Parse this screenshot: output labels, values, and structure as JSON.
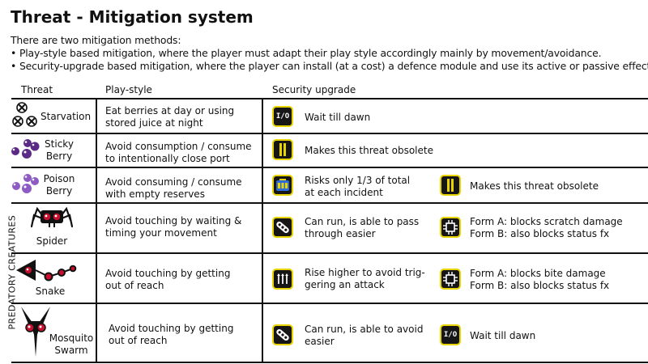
{
  "title": "Threat - Mitigation system",
  "intro": {
    "line1": "There are two mitigation methods:",
    "line2": "• Play-style based mitigation, where the player must adapt their play style accordingly mainly by movement/avoidance.",
    "line3": "• Security-upgrade based mitigation, where the player can install (at a cost) a defence module and use its active or passive effect."
  },
  "headers": {
    "threat": "Threat",
    "playstyle": "Play-style",
    "security": "Security upgrade"
  },
  "group_label": "PREDATORY CREATURES",
  "colors": {
    "module_border": "#e9d400",
    "module_bg": "#161616",
    "berry": "#5b2a86",
    "berry_light": "#8e5bc4",
    "creature_eye": "#c8102e"
  },
  "rows": [
    {
      "threat": "Starvation",
      "icon": "starvation-icon",
      "play1": "Eat berries at day or using",
      "play2": "stored juice at night",
      "sec1": {
        "icon": "io-module-icon",
        "icon_text": "I/O",
        "line1": "Wait till dawn",
        "line2": ""
      }
    },
    {
      "threat1": "Sticky",
      "threat2": "Berry",
      "icon": "sticky-berry-icon",
      "play1": "Avoid consumption / consume",
      "play2": "to intentionally close port",
      "sec1": {
        "icon": "barrier-module-icon",
        "line1": "Makes this threat obsolete",
        "line2": ""
      }
    },
    {
      "threat1": "Poison",
      "threat2": "Berry",
      "icon": "poison-berry-icon",
      "play1": "Avoid consuming / consume",
      "play2": "with empty reserves",
      "sec1": {
        "icon": "battery-module-icon",
        "line1": "Risks only 1/3 of total",
        "line2": "at each incident"
      },
      "sec2": {
        "icon": "barrier-module-icon",
        "line1": "Makes this threat obsolete",
        "line2": ""
      }
    },
    {
      "threat": "Spider",
      "icon": "spider-icon",
      "play1": "Avoid touching by waiting &",
      "play2": "timing your movement",
      "sec1": {
        "icon": "chain-module-icon",
        "line1": "Can run, is able to pass",
        "line2": "through easier"
      },
      "sec2": {
        "icon": "chip-module-icon",
        "line1": "Form A: blocks scratch damage",
        "line2": "Form B: also blocks status fx"
      }
    },
    {
      "threat": "Snake",
      "icon": "snake-icon",
      "play1": "Avoid touching by getting",
      "play2": "out of reach",
      "sec1": {
        "icon": "lift-module-icon",
        "line1": "Rise higher to avoid trig-",
        "line2": "gering an attack"
      },
      "sec2": {
        "icon": "chip-module-icon",
        "line1": "Form A: blocks bite damage",
        "line2": "Form B: also blocks status fx"
      }
    },
    {
      "threat1": "Mosquito",
      "threat2": "Swarm",
      "icon": "mosquito-icon",
      "play1": "Avoid touching by getting",
      "play2": "out of reach",
      "sec1": {
        "icon": "chain-module-icon",
        "line1": "Can run, is able to avoid",
        "line2": "easier"
      },
      "sec2": {
        "icon": "io-module-icon",
        "icon_text": "I/O",
        "line1": "Wait till dawn",
        "line2": ""
      }
    }
  ]
}
